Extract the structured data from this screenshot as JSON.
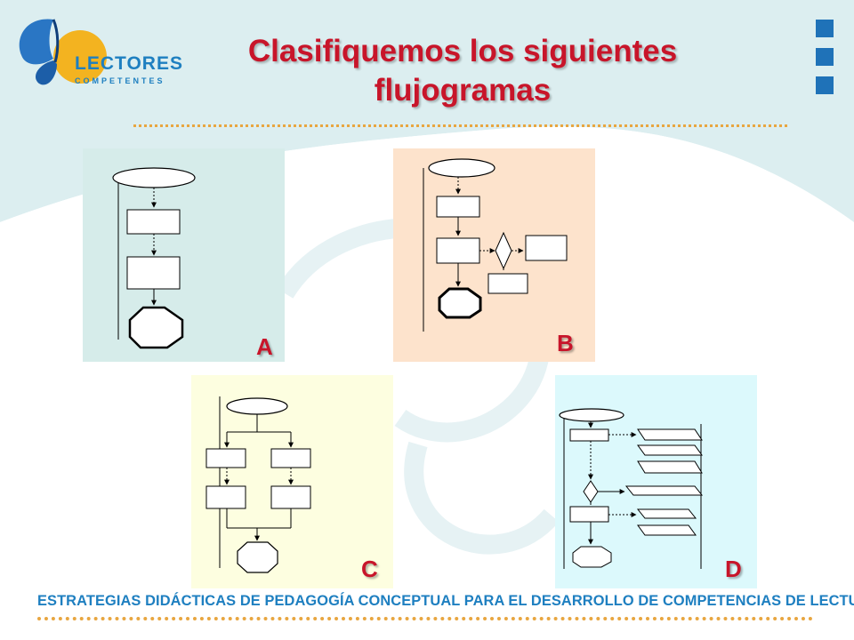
{
  "logo": {
    "line1": "LECTORES",
    "line2": "COMPETENTES",
    "colors": {
      "text": "#1e7fc0",
      "butterfly": "#2a76c4",
      "sun": "#f3b320"
    }
  },
  "title": {
    "line1": "Clasifiquemos los siguientes",
    "line2": "flujogramas",
    "color": "#c8152a"
  },
  "panels": [
    {
      "label": "A",
      "bg": "#d6ecea"
    },
    {
      "label": "B",
      "bg": "#fde3cc"
    },
    {
      "label": "C",
      "bg": "#fdfee0"
    },
    {
      "label": "D",
      "bg": "#dcf9fc"
    }
  ],
  "footer": {
    "text": "ESTRATEGIAS DIDÁCTICAS DE PEDAGOGÍA CONCEPTUAL PARA EL DESARROLLO DE COMPETENCIAS DE LECTURA",
    "color": "#1e7fc0"
  },
  "accent_dots": "#e8a640"
}
